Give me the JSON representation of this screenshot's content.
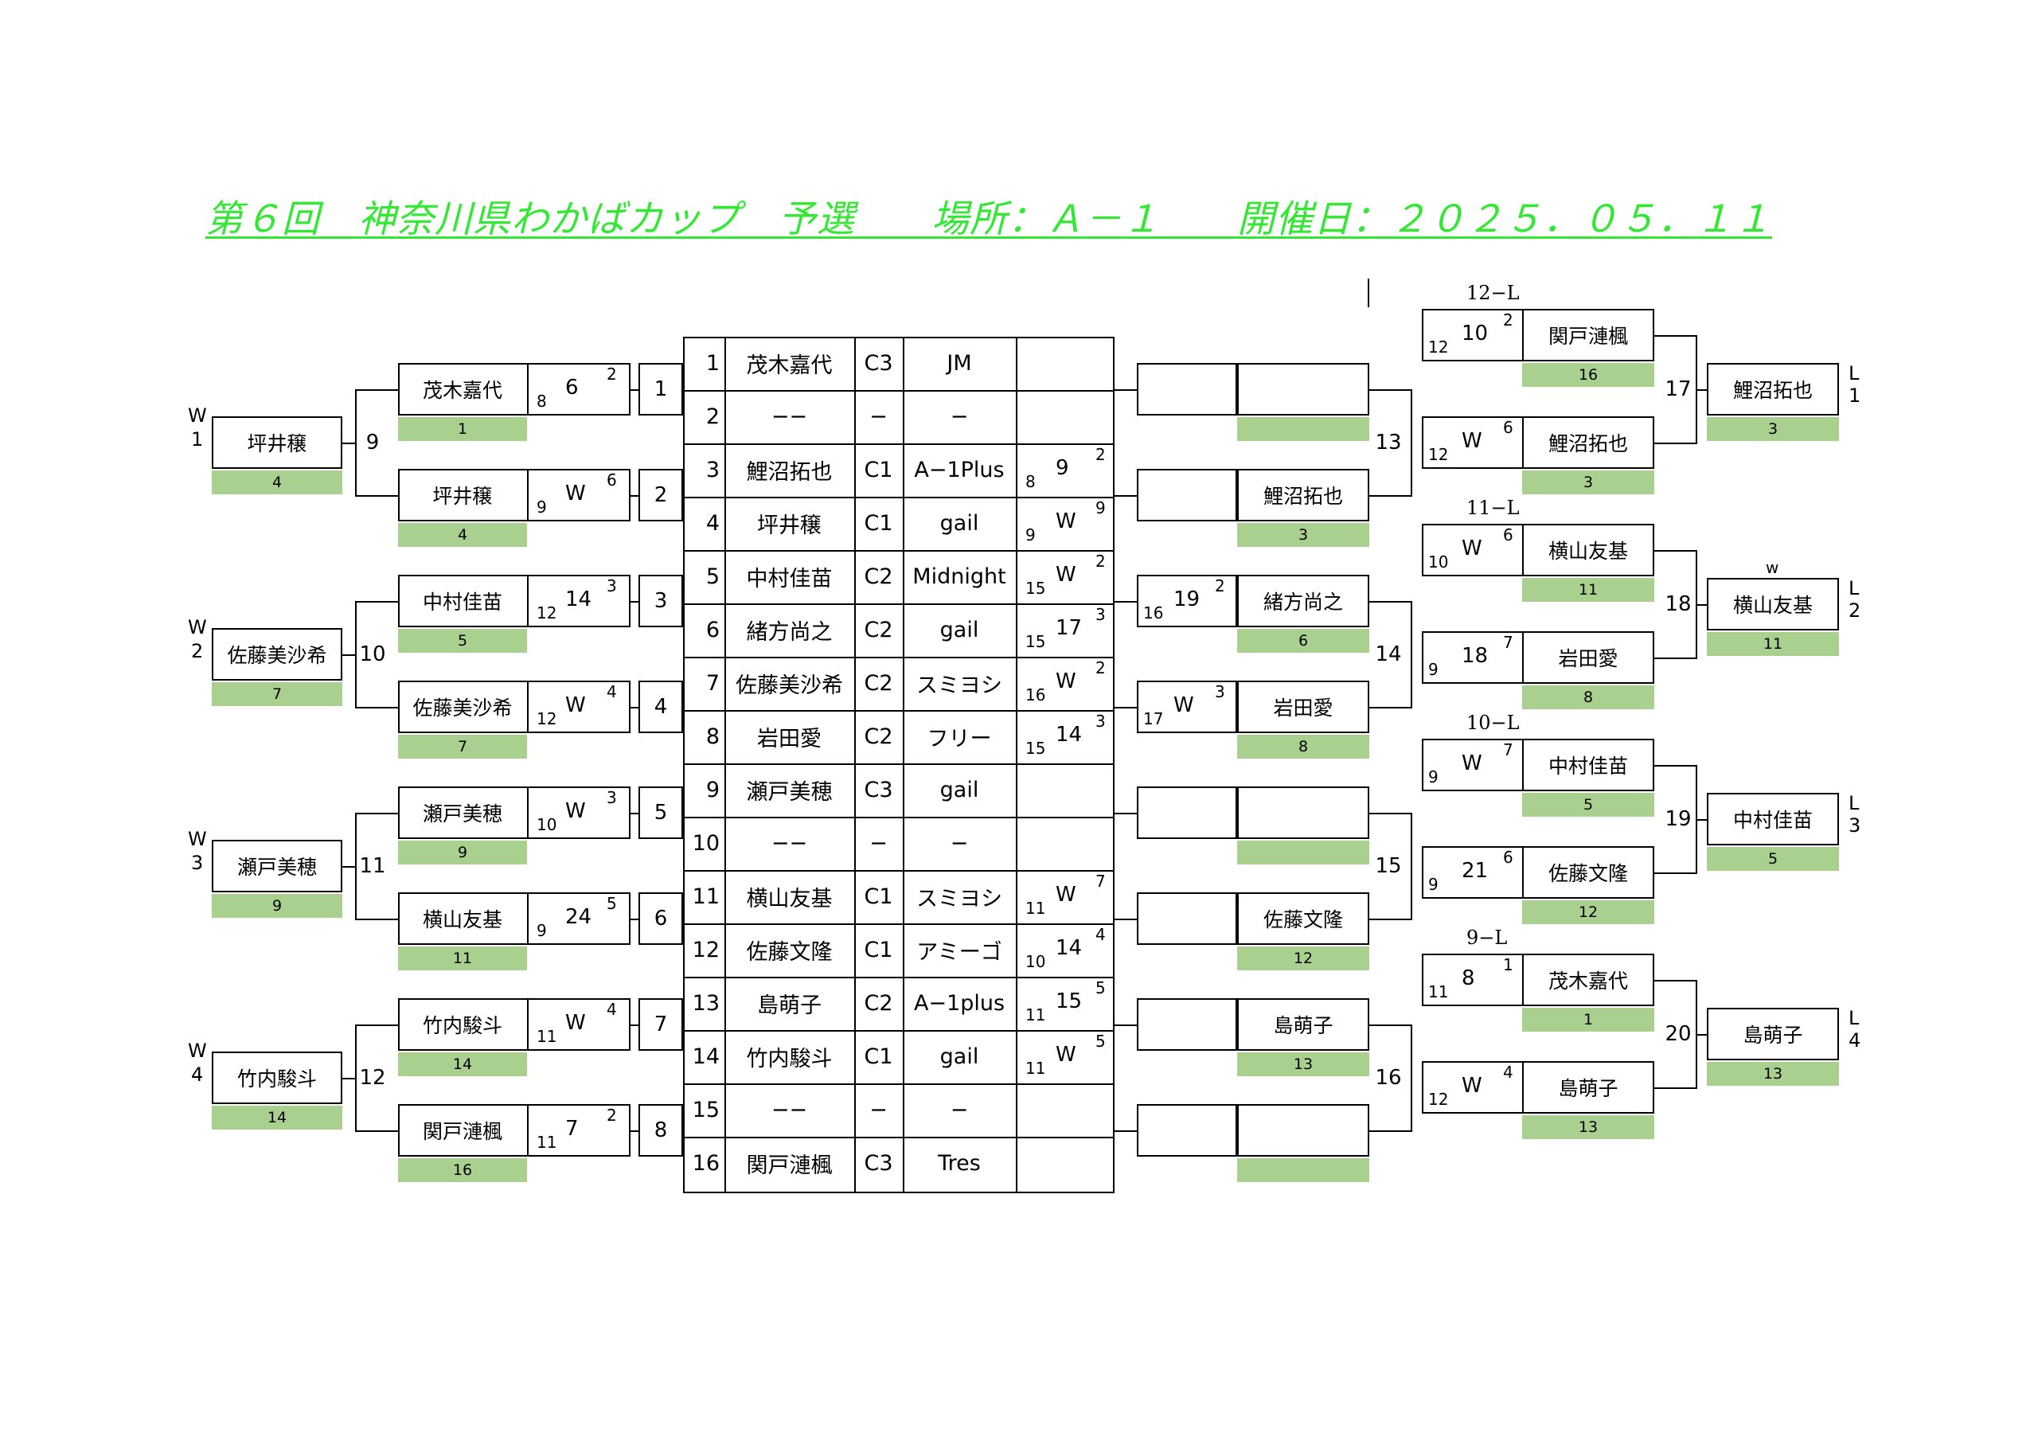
{
  "title": "第６回　神奈川県わかばカップ　予選　　場所：Ａ－１　　開催日：２０２５．０５．１１",
  "table": [
    {
      "no": "1",
      "name": "茂木嘉代",
      "cls": "C3",
      "team": "JM"
    },
    {
      "no": "2",
      "name": "−−",
      "cls": "−",
      "team": "−"
    },
    {
      "no": "3",
      "name": "鯉沼拓也",
      "cls": "C1",
      "team": "A−1Plus"
    },
    {
      "no": "4",
      "name": "坪井穣",
      "cls": "C1",
      "team": "gail"
    },
    {
      "no": "5",
      "name": "中村佳苗",
      "cls": "C2",
      "team": "Midnight"
    },
    {
      "no": "6",
      "name": "緒方尚之",
      "cls": "C2",
      "team": "gail"
    },
    {
      "no": "7",
      "name": "佐藤美沙希",
      "cls": "C2",
      "team": "スミヨシ"
    },
    {
      "no": "8",
      "name": "岩田愛",
      "cls": "C2",
      "team": "フリー"
    },
    {
      "no": "9",
      "name": "瀬戸美穂",
      "cls": "C3",
      "team": "gail"
    },
    {
      "no": "10",
      "name": "−−",
      "cls": "−",
      "team": "−"
    },
    {
      "no": "11",
      "name": "横山友基",
      "cls": "C1",
      "team": "スミヨシ"
    },
    {
      "no": "12",
      "name": "佐藤文隆",
      "cls": "C1",
      "team": "アミーゴ"
    },
    {
      "no": "13",
      "name": "島萌子",
      "cls": "C2",
      "team": "A−1plus"
    },
    {
      "no": "14",
      "name": "竹内駿斗",
      "cls": "C1",
      "team": "gail"
    },
    {
      "no": "15",
      "name": "−−",
      "cls": "−",
      "team": "−"
    },
    {
      "no": "16",
      "name": "関戸漣楓",
      "cls": "C3",
      "team": "Tres"
    }
  ],
  "table_scores": [
    {
      "a": "",
      "b": "",
      "c": ""
    },
    {
      "a": "",
      "b": "",
      "c": ""
    },
    {
      "a": "8",
      "b": "9",
      "c": "2"
    },
    {
      "a": "9",
      "b": "W",
      "c": "9"
    },
    {
      "a": "15",
      "b": "W",
      "c": "2"
    },
    {
      "a": "15",
      "b": "17",
      "c": "3"
    },
    {
      "a": "16",
      "b": "W",
      "c": "2"
    },
    {
      "a": "15",
      "b": "14",
      "c": "3"
    },
    {
      "a": "",
      "b": "",
      "c": ""
    },
    {
      "a": "",
      "b": "",
      "c": ""
    },
    {
      "a": "11",
      "b": "W",
      "c": "7"
    },
    {
      "a": "10",
      "b": "14",
      "c": "4"
    },
    {
      "a": "11",
      "b": "15",
      "c": "5"
    },
    {
      "a": "11",
      "b": "W",
      "c": "5"
    },
    {
      "a": "",
      "b": "",
      "c": ""
    },
    {
      "a": "",
      "b": "",
      "c": ""
    }
  ],
  "left_r1": [
    {
      "name": "茂木嘉代",
      "seed": "1",
      "a": "8",
      "b": "6",
      "c": "2",
      "match": "1"
    },
    {
      "name": "坪井穣",
      "seed": "4",
      "a": "9",
      "b": "W",
      "c": "6",
      "match": "2"
    },
    {
      "name": "中村佳苗",
      "seed": "5",
      "a": "12",
      "b": "14",
      "c": "3",
      "match": "3"
    },
    {
      "name": "佐藤美沙希",
      "seed": "7",
      "a": "12",
      "b": "W",
      "c": "4",
      "match": "4"
    },
    {
      "name": "瀬戸美穂",
      "seed": "9",
      "a": "10",
      "b": "W",
      "c": "3",
      "match": "5"
    },
    {
      "name": "横山友基",
      "seed": "11",
      "a": "9",
      "b": "24",
      "c": "5",
      "match": "6"
    },
    {
      "name": "竹内駿斗",
      "seed": "14",
      "a": "11",
      "b": "W",
      "c": "4",
      "match": "7"
    },
    {
      "name": "関戸漣楓",
      "seed": "16",
      "a": "11",
      "b": "7",
      "c": "2",
      "match": "8"
    }
  ],
  "left_final": [
    {
      "name": "坪井穣",
      "seed": "4",
      "w": "W",
      "wn": "1",
      "match": "9"
    },
    {
      "name": "佐藤美沙希",
      "seed": "7",
      "w": "W",
      "wn": "2",
      "match": "10"
    },
    {
      "name": "瀬戸美穂",
      "seed": "9",
      "w": "W",
      "wn": "3",
      "match": "11"
    },
    {
      "name": "竹内駿斗",
      "seed": "14",
      "w": "W",
      "wn": "4",
      "match": "12"
    }
  ],
  "right_r1": [
    {
      "name": "",
      "seed": "",
      "a": "",
      "b": "",
      "c": ""
    },
    {
      "name": "鯉沼拓也",
      "seed": "3",
      "a": "",
      "b": "",
      "c": ""
    },
    {
      "name": "緒方尚之",
      "seed": "6",
      "a": "16",
      "b": "19",
      "c": "2"
    },
    {
      "name": "岩田愛",
      "seed": "8",
      "a": "17",
      "b": "W",
      "c": "3"
    },
    {
      "name": "",
      "seed": "",
      "a": "",
      "b": "",
      "c": ""
    },
    {
      "name": "佐藤文隆",
      "seed": "12",
      "a": "",
      "b": "",
      "c": ""
    },
    {
      "name": "島萌子",
      "seed": "13",
      "a": "",
      "b": "",
      "c": ""
    },
    {
      "name": "",
      "seed": "",
      "a": "",
      "b": "",
      "c": ""
    }
  ],
  "right_mid": [
    {
      "match": "13"
    },
    {
      "match": "14"
    },
    {
      "match": "15"
    },
    {
      "match": "16"
    }
  ],
  "loser_groups": [
    {
      "label": "12−L",
      "top": {
        "name": "関戸漣楓",
        "seed": "16",
        "a": "12",
        "b": "10",
        "c": "2"
      },
      "bot": {
        "name": "鯉沼拓也",
        "seed": "3",
        "a": "12",
        "b": "W",
        "c": "6"
      },
      "match": "17",
      "winner": {
        "name": "鯉沼拓也",
        "seed": "3"
      },
      "l1": "L",
      "l2": "1",
      "w": ""
    },
    {
      "label": "11−L",
      "top": {
        "name": "横山友基",
        "seed": "11",
        "a": "10",
        "b": "W",
        "c": "6"
      },
      "bot": {
        "name": "岩田愛",
        "seed": "8",
        "a": "9",
        "b": "18",
        "c": "7"
      },
      "match": "18",
      "winner": {
        "name": "横山友基",
        "seed": "11"
      },
      "l1": "L",
      "l2": "2",
      "w": "w"
    },
    {
      "label": "10−L",
      "top": {
        "name": "中村佳苗",
        "seed": "5",
        "a": "9",
        "b": "W",
        "c": "7"
      },
      "bot": {
        "name": "佐藤文隆",
        "seed": "12",
        "a": "9",
        "b": "21",
        "c": "6"
      },
      "match": "19",
      "winner": {
        "name": "中村佳苗",
        "seed": "5"
      },
      "l1": "L",
      "l2": "3",
      "w": ""
    },
    {
      "label": "9−L",
      "top": {
        "name": "茂木嘉代",
        "seed": "1",
        "a": "11",
        "b": "8",
        "c": "1"
      },
      "bot": {
        "name": "島萌子",
        "seed": "13",
        "a": "12",
        "b": "W",
        "c": "4"
      },
      "match": "20",
      "winner": {
        "name": "島萌子",
        "seed": "13"
      },
      "l1": "L",
      "l2": "4",
      "w": ""
    }
  ],
  "colors": {
    "title": "#33e833",
    "seed_bar": "#a9d08e",
    "line": "#000000"
  }
}
